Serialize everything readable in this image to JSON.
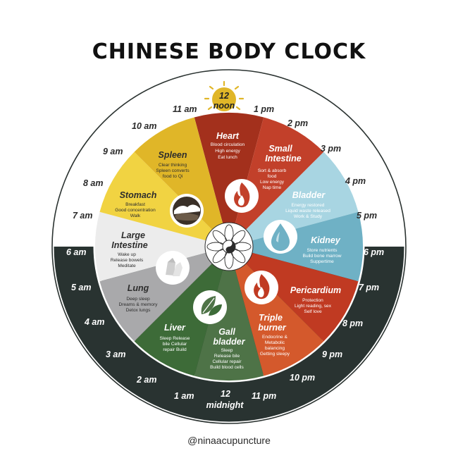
{
  "title": "CHINESE BODY CLOCK",
  "footer": "@ninaacupuncture",
  "noon": {
    "num": "12",
    "word": "noon"
  },
  "midnight": {
    "num": "12",
    "word": "midnight"
  },
  "hours": {
    "h1pm": "1 pm",
    "h2pm": "2 pm",
    "h3pm": "3 pm",
    "h4pm": "4 pm",
    "h5pm": "5 pm",
    "h6pm": "6 pm",
    "h7pm": "7 pm",
    "h8pm": "8 pm",
    "h9pm": "9 pm",
    "h10pm": "10 pm",
    "h11pm": "11 pm",
    "h1am": "1 am",
    "h2am": "2 am",
    "h3am": "3 am",
    "h4am": "4 am",
    "h5am": "5 am",
    "h6am": "6 am",
    "h7am": "7 am",
    "h8am": "8 am",
    "h9am": "9 am",
    "h10am": "10 am",
    "h11am": "11 am"
  },
  "colors": {
    "heart": "#a3301c",
    "small_intestine": "#c2402a",
    "bladder": "#a8d5e2",
    "kidney": "#6fb1c5",
    "pericardium": "#c03a22",
    "triple_burner": "#d4592c",
    "gall_bladder": "#4e7347",
    "liver": "#3d6b38",
    "lung": "#a9a9ab",
    "large_intestine": "#ececec",
    "stomach": "#f1d342",
    "spleen": "#e0b628",
    "night_ring": "#293331",
    "accent_gold": "#e0b628"
  },
  "organs": {
    "heart": {
      "name": "Heart",
      "lines": [
        "Blood circulation",
        "High energy",
        "Eat lunch"
      ]
    },
    "small_intestine": {
      "name1": "Small",
      "name2": "Intestine",
      "lines": [
        "Sort & absorb",
        "food",
        "Low energy",
        "Nap time"
      ]
    },
    "bladder": {
      "name": "Bladder",
      "lines": [
        "Energy restored",
        "Liquid waste released",
        "Work & Study"
      ]
    },
    "kidney": {
      "name": "Kidney",
      "lines": [
        "Store nutrients",
        "Build bone marrow",
        "Suppertime"
      ]
    },
    "pericardium": {
      "name": "Pericardium",
      "lines": [
        "Protection",
        "Light reading, sex",
        "Self love"
      ]
    },
    "triple_burner": {
      "name1": "Triple",
      "name2": "burner",
      "lines": [
        "Endocrine &",
        "Metabolic",
        "balancing",
        "Getting sleepy"
      ]
    },
    "gall_bladder": {
      "name1": "Gall",
      "name2": "bladder",
      "lines": [
        "Sleep",
        "Release bile",
        "Cellular repair",
        "Build blood cells"
      ]
    },
    "liver": {
      "name": "Liver",
      "lines": [
        "Sleep Release",
        "bile Cellular",
        "repair Build"
      ]
    },
    "lung": {
      "name": "Lung",
      "lines": [
        "Deep sleep",
        "Dreams & memory",
        "Detox lungs"
      ]
    },
    "large_intestine": {
      "name1": "Large",
      "name2": "Intestine",
      "lines": [
        "Wake up",
        "Release bowels",
        "Meditate"
      ]
    },
    "stomach": {
      "name": "Stomach",
      "lines": [
        "Breakfast",
        "Good concentration",
        "Walk"
      ]
    },
    "spleen": {
      "name": "Spleen",
      "lines": [
        "Clear thinking",
        "Spleen converts",
        "food to Qi"
      ]
    }
  },
  "icons": {
    "fire_top": "fire-icon",
    "water_top": "water-drop-icon",
    "fire_bottom": "fire-icon",
    "wood": "leaves-icon",
    "metal": "crystals-icon",
    "earth": "mountain-icon",
    "center": "yin-yang-mandala-icon",
    "sun": "sun-icon",
    "moon": "crescent-moon-icon"
  }
}
